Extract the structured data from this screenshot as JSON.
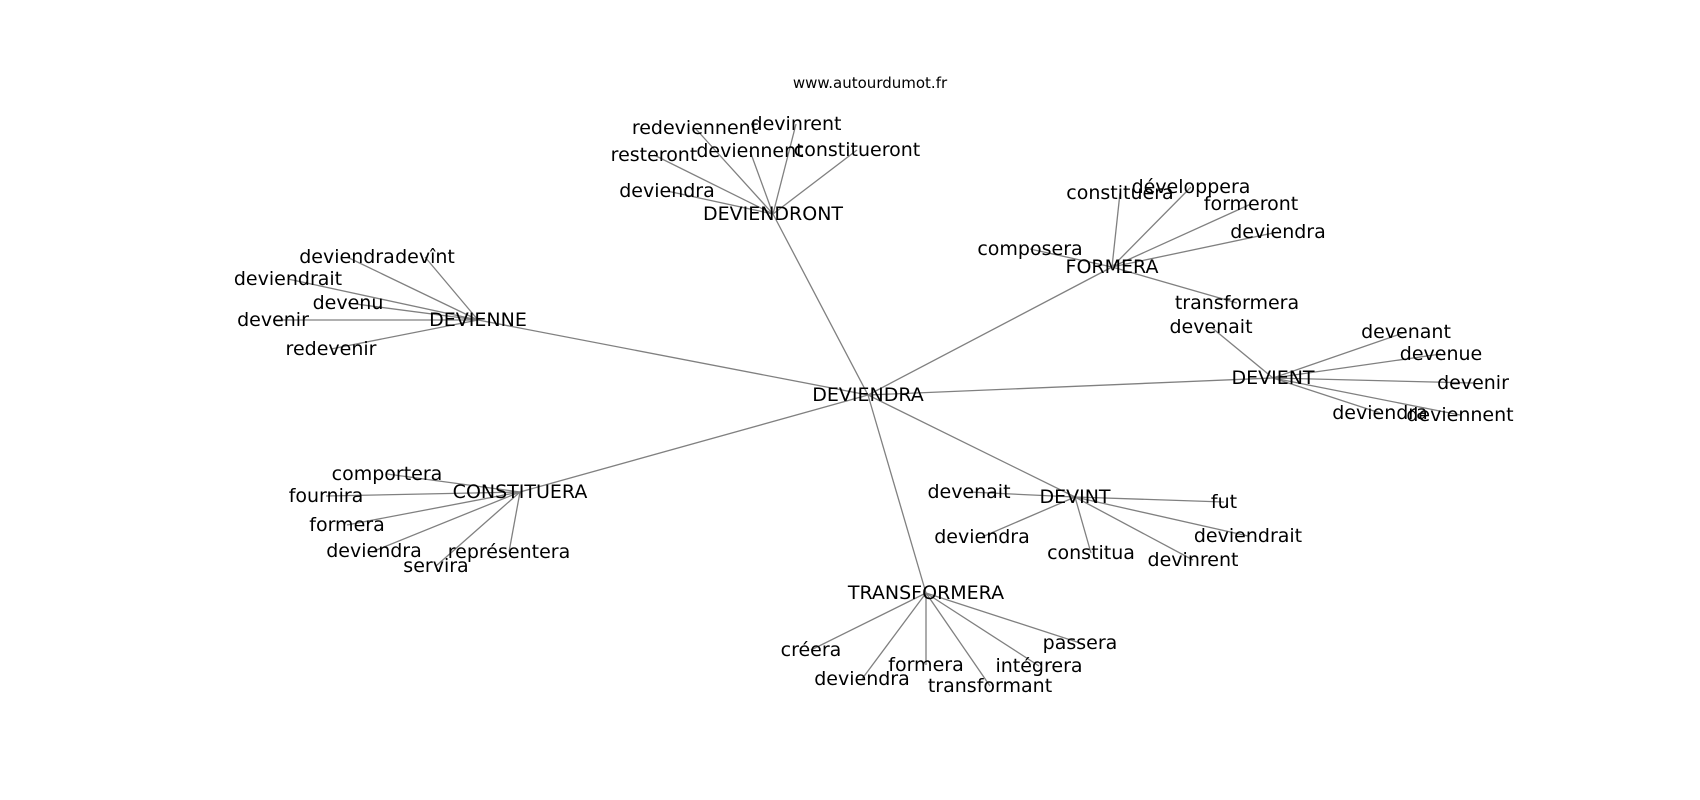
{
  "site": "www.autourdumot.fr",
  "colors": {
    "edge": "#808080",
    "text": "#000000",
    "background": "#ffffff"
  },
  "graph": {
    "center": "DEVIENDRA",
    "clusters": [
      {
        "hub": "DEVIENDRONT",
        "leaves": [
          "redeviennent",
          "devinrent",
          "resteront",
          "deviennent",
          "constitueront",
          "deviendra"
        ]
      },
      {
        "hub": "FORMERA",
        "leaves": [
          "constituera",
          "développera",
          "formeront",
          "deviendra",
          "composera",
          "transformera"
        ]
      },
      {
        "hub": "DEVIENNE",
        "leaves": [
          "deviendra",
          "devînt",
          "deviendrait",
          "devenu",
          "devenir",
          "redevenir"
        ]
      },
      {
        "hub": "DEVIENT",
        "leaves": [
          "devenait",
          "devenant",
          "devenue",
          "devenir",
          "deviendra",
          "deviennent"
        ]
      },
      {
        "hub": "CONSTITUERA",
        "leaves": [
          "comportera",
          "fournira",
          "formera",
          "deviendra",
          "représentera",
          "servira"
        ]
      },
      {
        "hub": "DEVINT",
        "leaves": [
          "devenait",
          "fut",
          "deviendra",
          "deviendrait",
          "constitua",
          "devinrent"
        ]
      },
      {
        "hub": "TRANSFORMERA",
        "leaves": [
          "passera",
          "créera",
          "formera",
          "intégrera",
          "deviendra",
          "transformant"
        ]
      }
    ]
  }
}
